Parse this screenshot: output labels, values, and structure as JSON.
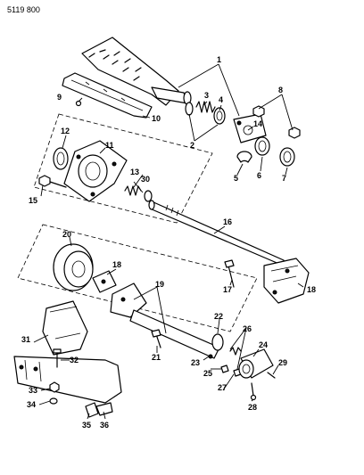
{
  "document_id": "5119 800",
  "callouts": [
    "1",
    "2",
    "3",
    "4",
    "5",
    "6",
    "7",
    "8",
    "9",
    "10",
    "11",
    "12",
    "13",
    "14",
    "15",
    "16",
    "17",
    "18",
    "19",
    "20",
    "21",
    "22",
    "23",
    "24",
    "25",
    "26",
    "27",
    "28",
    "29",
    "30",
    "31",
    "32",
    "33",
    "34",
    "35",
    "36"
  ]
}
